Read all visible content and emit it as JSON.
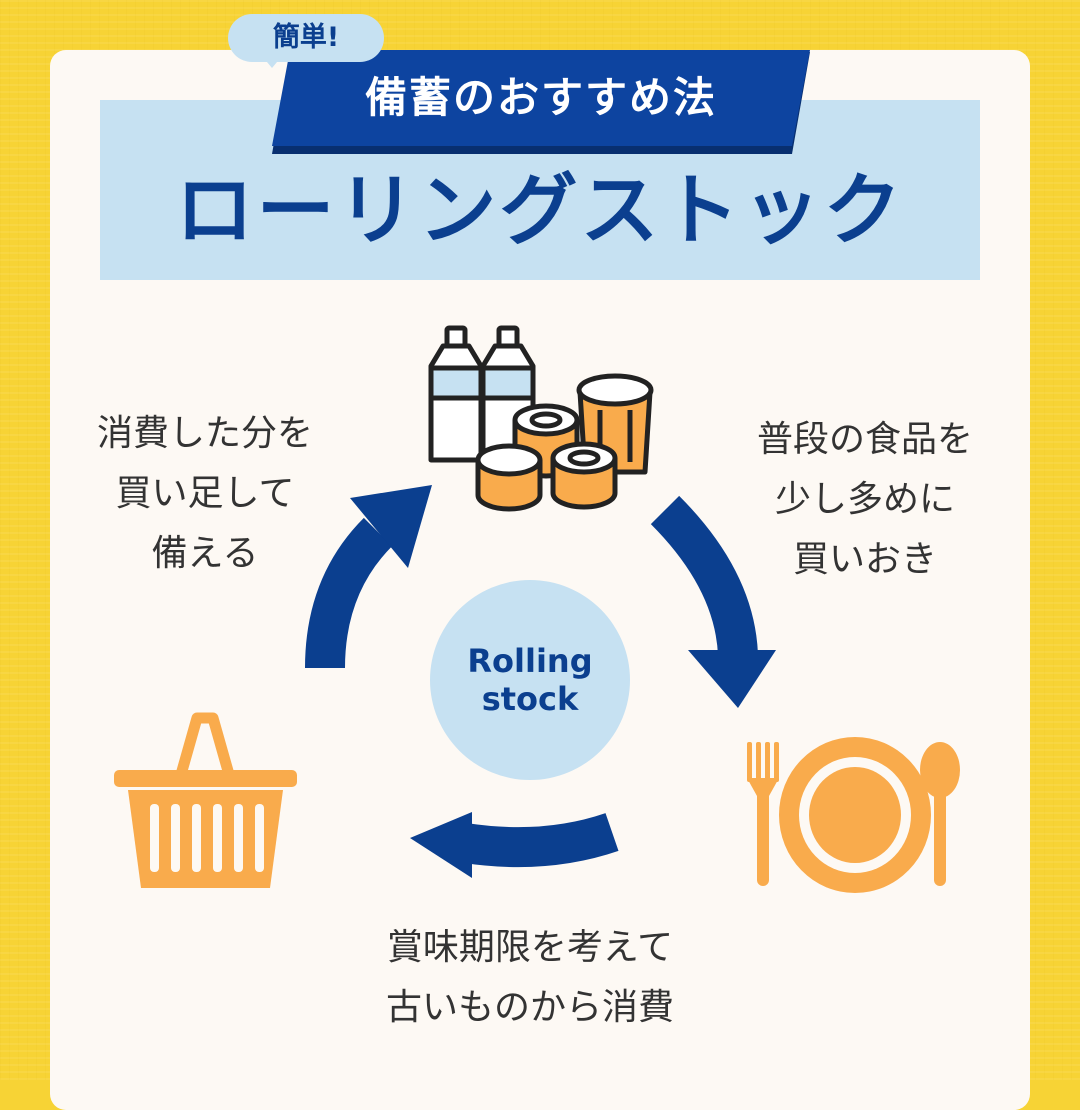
{
  "badge": {
    "label": "簡単!"
  },
  "ribbon": {
    "label": "備蓄のおすすめ法"
  },
  "title": "ローリングストック",
  "center": {
    "line1": "Rolling",
    "line2": "stock"
  },
  "captions": {
    "left": [
      "消費した分を",
      "買い足して",
      "備える"
    ],
    "right": [
      "普段の食品を",
      "少し多めに",
      "買いおき"
    ],
    "bottom": [
      "賞味期限を考えて",
      "古いものから消費"
    ]
  },
  "icons": {
    "stock": "bottles-and-cans-icon",
    "meal": "plate-fork-spoon-icon",
    "basket": "shopping-basket-icon",
    "arrows": "cycle-arrow-icon"
  },
  "colors": {
    "background": "#f7d335",
    "card": "#fdf9f4",
    "accent_blue": "#0b3f8f",
    "light_blue": "#c6e1f2",
    "orange": "#f9ab4c",
    "text": "#333333"
  }
}
